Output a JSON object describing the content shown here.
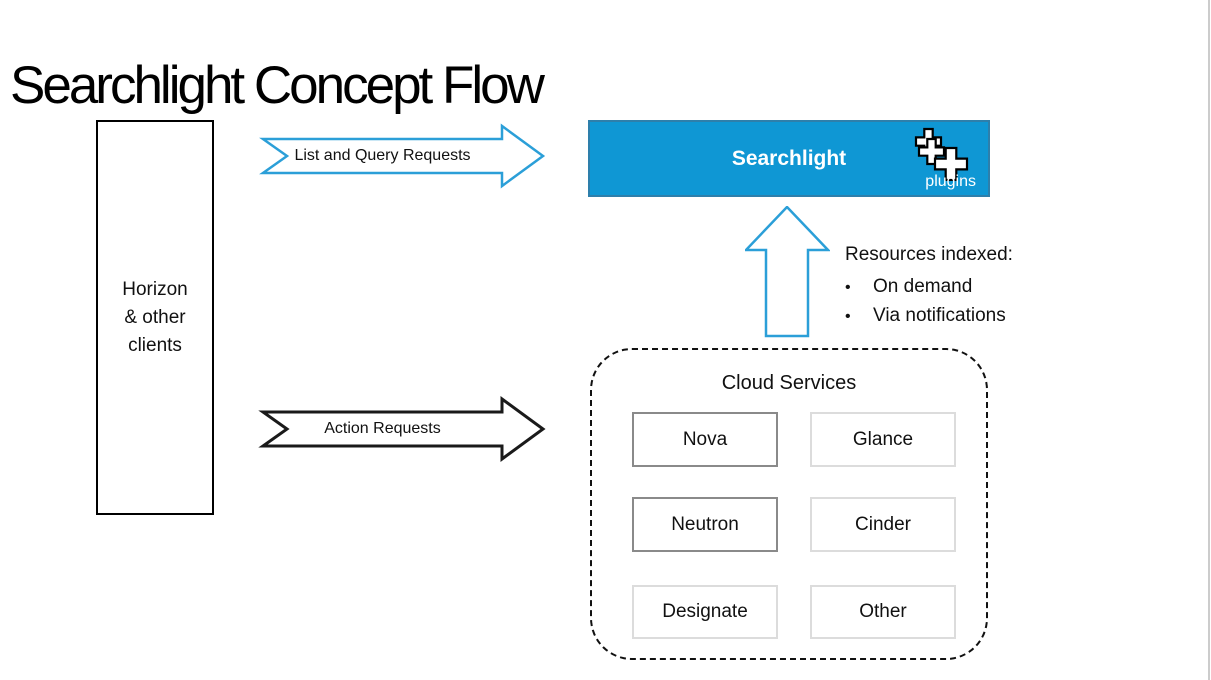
{
  "title": "Searchlight Concept Flow",
  "clients_box": {
    "lines": [
      "Horizon",
      "& other",
      "clients"
    ]
  },
  "arrows": {
    "list_query": {
      "label": "List and Query Requests",
      "stroke": "#2b9fd8"
    },
    "action": {
      "label": "Action Requests",
      "stroke": "#1a1a1a"
    },
    "index_up": {
      "stroke": "#2b9fd8"
    }
  },
  "searchlight": {
    "label": "Searchlight",
    "plugins_label": "plugins",
    "fill": "#0f97d4",
    "icon": "plugins-stack-icon"
  },
  "resources": {
    "heading": "Resources indexed:",
    "bullet_glyph": "•",
    "bullets": [
      "On demand",
      "Via notifications"
    ]
  },
  "cloud_services": {
    "title": "Cloud Services",
    "services": [
      {
        "name": "Nova"
      },
      {
        "name": "Glance"
      },
      {
        "name": "Neutron"
      },
      {
        "name": "Cinder"
      },
      {
        "name": "Designate"
      },
      {
        "name": "Other"
      }
    ]
  },
  "colors": {
    "searchlight_fill": "#0f97d4",
    "searchlight_border": "#2e7fab",
    "blue_arrow_stroke": "#2b9fd8",
    "black_arrow_stroke": "#1a1a1a",
    "strong_service_border": "#8a8a8a",
    "light_service_border": "#dcdcdc",
    "slide_edge": "#cccccc"
  }
}
